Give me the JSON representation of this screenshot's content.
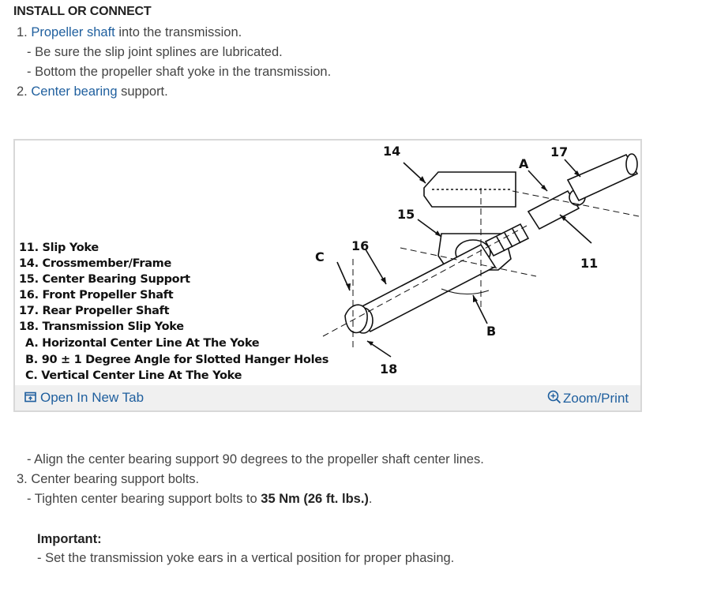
{
  "section_title": "INSTALL OR CONNECT",
  "steps": {
    "s1_num": "1.",
    "s1_link": "Propeller shaft",
    "s1_text": "into the transmission.",
    "s1_sub1": "- Be sure the slip joint splines are lubricated.",
    "s1_sub2": "- Bottom the propeller shaft yoke in the transmission.",
    "s2_num": "2.",
    "s2_link": "Center bearing",
    "s2_text": "support.",
    "s2_sub1": "- Align the center bearing support 90 degrees to the propeller shaft center lines.",
    "s3": "3. Center bearing support bolts.",
    "s3_sub1_pre": "- Tighten center bearing support bolts to",
    "s3_sub1_bold": "35 Nm (26 ft. lbs.)",
    "s3_sub1_post": "."
  },
  "important": {
    "label": "Important:",
    "text": "- Set the transmission yoke ears in a vertical position for proper phasing."
  },
  "figure": {
    "legend": [
      "11. Slip Yoke",
      "14. Crossmember/Frame",
      "15. Center Bearing Support",
      "16. Front Propeller Shaft",
      "17. Rear Propeller Shaft",
      "18. Transmission Slip Yoke",
      "A. Horizontal Center Line At The Yoke",
      "B. 90 ± 1 Degree Angle for Slotted Hanger Holes",
      "C. Vertical Center Line At The Yoke"
    ],
    "callouts": {
      "c14": "14",
      "c17": "17",
      "cA": "A",
      "c15": "15",
      "c16": "16",
      "cC": "C",
      "c11": "11",
      "cB": "B",
      "c18": "18"
    },
    "open_label": "Open In New Tab",
    "zoom_label": "Zoom/Print"
  },
  "colors": {
    "link": "#1f5f9e",
    "figure_bar": "#f0f0f0",
    "figure_border": "#d8d8d8"
  }
}
